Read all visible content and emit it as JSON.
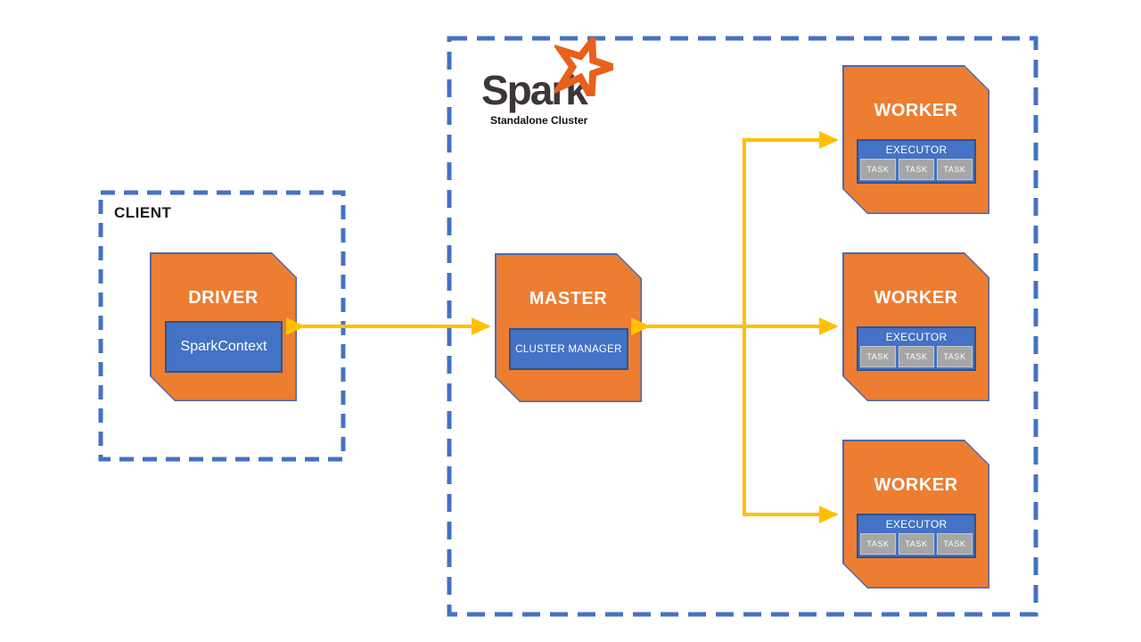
{
  "client": {
    "label": "CLIENT"
  },
  "cluster": {
    "logo_text": "Spark",
    "subtitle": "Standalone Cluster"
  },
  "driver": {
    "label": "DRIVER",
    "inner": "SparkContext"
  },
  "master": {
    "label": "MASTER",
    "inner": "CLUSTER MANAGER"
  },
  "workers": [
    {
      "label": "WORKER",
      "executor": "EXECUTOR",
      "tasks": [
        "TASK",
        "TASK",
        "TASK"
      ]
    },
    {
      "label": "WORKER",
      "executor": "EXECUTOR",
      "tasks": [
        "TASK",
        "TASK",
        "TASK"
      ]
    },
    {
      "label": "WORKER",
      "executor": "EXECUTOR",
      "tasks": [
        "TASK",
        "TASK",
        "TASK"
      ]
    }
  ],
  "colors": {
    "node_orange": "#ED7D31",
    "node_border_blue": "#4a69b0",
    "inner_blue": "#4472C4",
    "inner_border_dark": "#2F528F",
    "task_gray": "#A6A6A6",
    "arrow_yellow": "#FFC000",
    "boundary_dash_blue": "#4472C4",
    "logo_star_orange": "#E8611C",
    "logo_text_dark": "#3C3539"
  }
}
